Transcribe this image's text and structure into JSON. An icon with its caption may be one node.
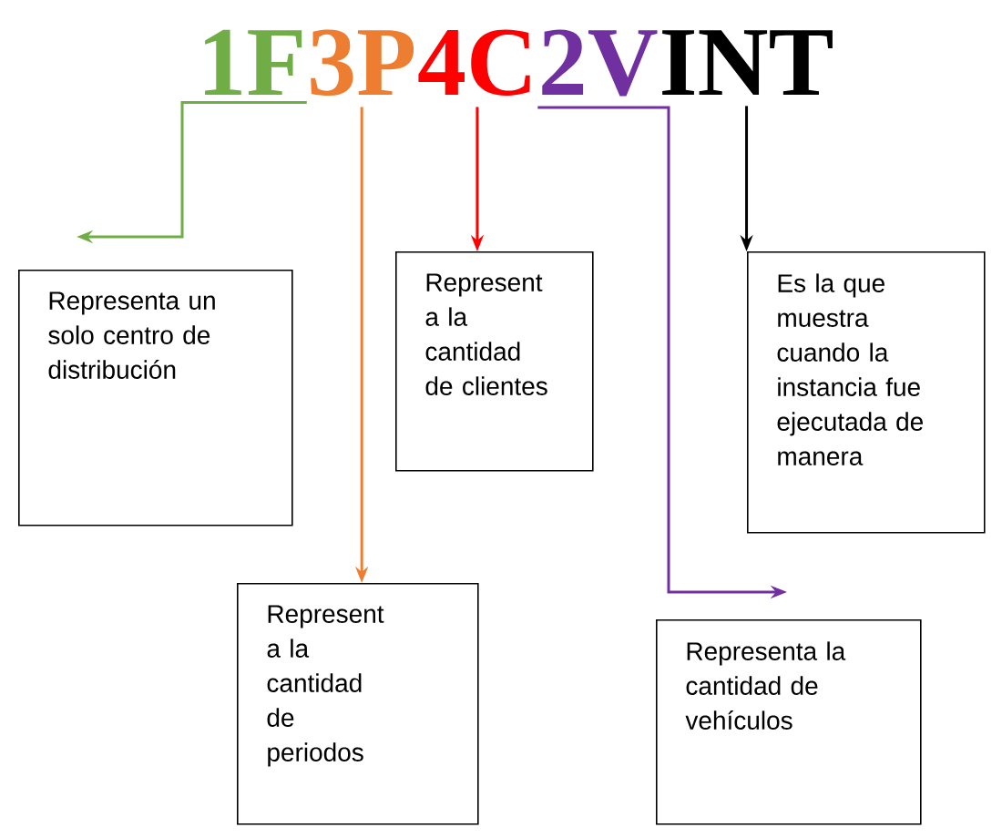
{
  "diagram": {
    "nodes": [
      {
        "text": [
          "1F"
        ]
      },
      {
        "text": [
          "3P"
        ]
      },
      {
        "text": [
          "4C"
        ]
      },
      {
        "text": [
          "2V"
        ]
      },
      {
        "text": [
          "INT"
        ]
      },
      {
        "text": [
          "Representa un solo centro de distribución"
        ]
      },
      {
        "text": [
          "Represent a la cantidad de clientes"
        ]
      },
      {
        "text": [
          "Es la que muestra cuando la instancia fue ejecutada de manera"
        ]
      },
      {
        "text": [
          "Represent a la cantidad de periodos"
        ]
      },
      {
        "text": [
          "Representa la cantidad de vehículos"
        ]
      }
    ],
    "edges": [
      {
        "from": 0,
        "to": 5,
        "arrow": "to",
        "color": "#70ad47"
      },
      {
        "from": 1,
        "to": 8,
        "arrow": "to",
        "color": "#ed7d31"
      },
      {
        "from": 2,
        "to": 6,
        "arrow": "to",
        "color": "#ff0000"
      },
      {
        "from": 3,
        "to": 9,
        "arrow": "to",
        "color": "#7030a0"
      },
      {
        "from": 4,
        "to": 7,
        "arrow": "to",
        "color": "#000000"
      }
    ]
  }
}
